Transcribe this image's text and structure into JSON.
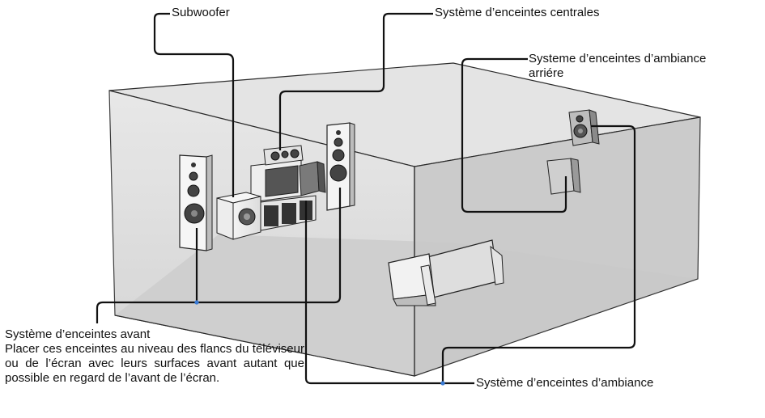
{
  "labels": {
    "subwoofer": "Subwoofer",
    "center": "Système d’enceintes centrales",
    "rear_line1": "Systeme d’enceintes d’ambiance",
    "rear_line2": "arriére",
    "surround": "Système d’enceintes d’ambiance",
    "front_title": "Système d’enceintes avant",
    "front_desc": "Placer ces enceintes au niveau des flancs du téléviseur ou de l’écran avec leurs surfaces avant autant que possible en regard de l’avant de l’écran."
  }
}
